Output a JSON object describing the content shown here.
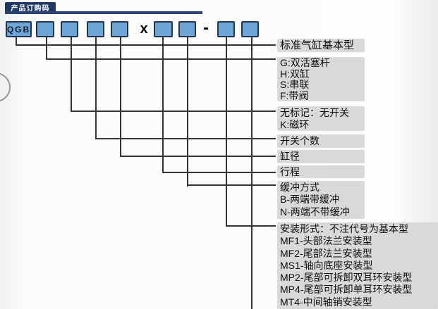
{
  "header": {
    "title": "产品订购码"
  },
  "code": {
    "prefix": "QGB",
    "separator_multiply": "x",
    "separator_dash": "-",
    "blank_box_count": 8
  },
  "labels": [
    {
      "lines": [
        "标准气缸基本型"
      ]
    },
    {
      "lines": [
        "G:双活塞杆",
        "H:双缸",
        "S:串联",
        "F:带阀"
      ]
    },
    {
      "lines": [
        "无标记：无开关",
        "K:磁环"
      ]
    },
    {
      "lines": [
        "开关个数"
      ]
    },
    {
      "lines": [
        "缸径"
      ]
    },
    {
      "lines": [
        "行程"
      ]
    },
    {
      "lines": [
        "缓冲方式",
        "B-两端带缓冲",
        "N-两端不带缓冲"
      ]
    },
    {
      "lines": [
        "安装形式：不注代号为基本型",
        "MF1-头部法兰安装型",
        "MF2-尾部法兰安装型",
        "MS1-轴向底座安装型",
        "MP2-尾部可拆卸双耳环安装型",
        "MP4-尾部可拆卸单耳环安装型",
        "MT4-中间轴销安装型"
      ]
    }
  ],
  "colors": {
    "header_navy": "#1f3864",
    "box_fill": "#6ca6d8",
    "box_border": "#22344e",
    "label_bg": "#d9d9d9",
    "line": "#333333"
  }
}
